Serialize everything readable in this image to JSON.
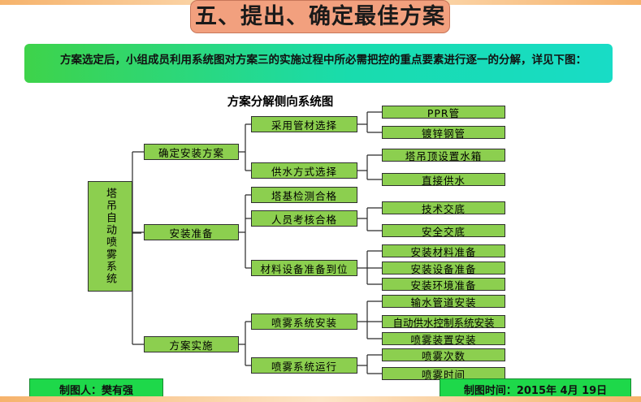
{
  "slide_title": "五、提出、确定最佳方案",
  "intro_text": "方案选定后，小组成员利用系统图对方案三的实施过程中所必需把控的重点要素进行逐一的分解，详见下图：",
  "diagram_title": "方案分解侧向系统图",
  "nodes": {
    "root": "塔吊自动喷雾系统",
    "l1": [
      "确定安装方案",
      "安装准备",
      "方案实施"
    ],
    "l2": [
      "采用管材选择",
      "供水方式选择",
      "塔基检测合格",
      "人员考核合格",
      "材料设备准备到位",
      "喷雾系统安装",
      "喷雾系统运行"
    ],
    "l3": [
      "PPR管",
      "镀锌钢管",
      "塔吊顶设置水箱",
      "直接供水",
      "技术交底",
      "安全交底",
      "安装材料准备",
      "安装设备准备",
      "安装环境准备",
      "输水管道安装",
      "自动供水控制系统安装",
      "喷雾装置安装",
      "喷雾次数",
      "喷雾时间"
    ]
  },
  "footer": {
    "author": "制图人：樊有强",
    "date": "制图时间：2015年 4月 19日"
  }
}
